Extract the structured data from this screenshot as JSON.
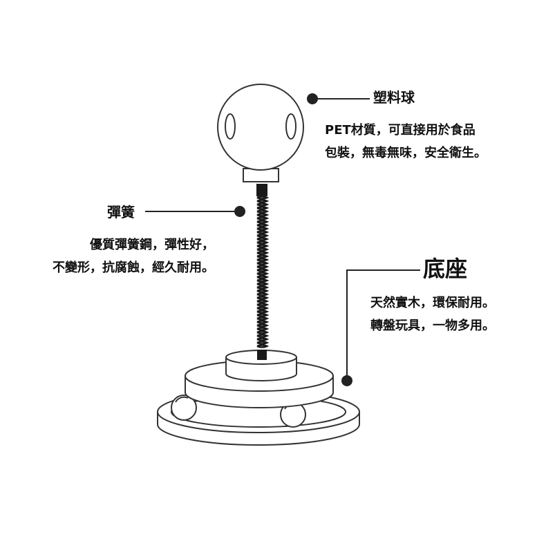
{
  "ball": {
    "title": "塑料球",
    "lines": [
      "PET材質，可直接用於食品",
      "包裝，無毒無味，安全衛生。"
    ]
  },
  "spring": {
    "title": "彈簧",
    "lines": [
      "優質彈簧鋼，彈性好，",
      "不變形，抗腐蝕，經久耐用。"
    ]
  },
  "base": {
    "title": "底座",
    "lines": [
      "天然實木，環保耐用。",
      "轉盤玩具，一物多用。"
    ]
  },
  "colors": {
    "line": "#222222",
    "dot": "#222222",
    "spring": "#1a1a1a",
    "background": "#ffffff"
  }
}
